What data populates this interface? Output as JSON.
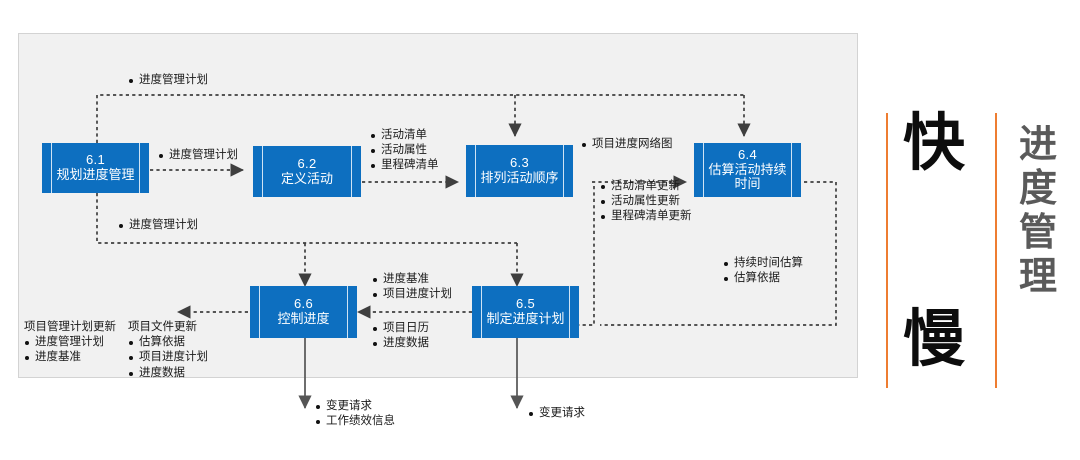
{
  "diagram": {
    "title_block": {
      "left_word_top": "快",
      "left_word_bottom": "慢",
      "vertical_title": [
        "进",
        "度",
        "管",
        "理"
      ],
      "rule_color": "#ee7d31",
      "vertical_title_color": "#5a5a5a",
      "word_color": "#0d0d0d"
    },
    "box_color": "#0d6fc0",
    "panel_color": "#f1f1f1",
    "processes": [
      {
        "id": "6.1",
        "number": "6.1",
        "name": "规划进度管理"
      },
      {
        "id": "6.2",
        "number": "6.2",
        "name": "定义活动"
      },
      {
        "id": "6.3",
        "number": "6.3",
        "name": "排列活动顺序"
      },
      {
        "id": "6.4",
        "number": "6.4",
        "name": "估算活动持续时间"
      },
      {
        "id": "6.5",
        "number": "6.5",
        "name": "制定进度计划"
      },
      {
        "id": "6.6",
        "number": "6.6",
        "name": "控制进度"
      }
    ],
    "labels": {
      "top_feedback": {
        "items": [
          "进度管理计划"
        ]
      },
      "plan_to_define": {
        "items": [
          "进度管理计划"
        ]
      },
      "mid_feedback": {
        "items": [
          "进度管理计划"
        ]
      },
      "define_outputs": {
        "items": [
          "活动清单",
          "活动属性",
          "里程碑清单"
        ]
      },
      "sequence_output": {
        "items": [
          "项目进度网络图"
        ]
      },
      "sequence_updates": {
        "items": [
          "活动清单更新",
          "活动属性更新",
          "里程碑清单更新"
        ]
      },
      "estimate_outputs": {
        "items": [
          "持续时间估算",
          "估算依据"
        ]
      },
      "schedule_to_control_top": {
        "items": [
          "进度基准",
          "项目进度计划"
        ]
      },
      "schedule_to_control_bottom": {
        "items": [
          "项目日历",
          "进度数据"
        ]
      },
      "pm_plan_updates": {
        "heading": "项目管理计划更新",
        "items": [
          "进度管理计划",
          "进度基准"
        ]
      },
      "project_docs_updates": {
        "heading": "项目文件更新",
        "items": [
          "估算依据",
          "项目进度计划",
          "进度数据"
        ]
      },
      "control_outputs": {
        "items": [
          "变更请求",
          "工作绩效信息"
        ]
      },
      "schedule_outputs": {
        "items": [
          "变更请求"
        ]
      }
    }
  }
}
